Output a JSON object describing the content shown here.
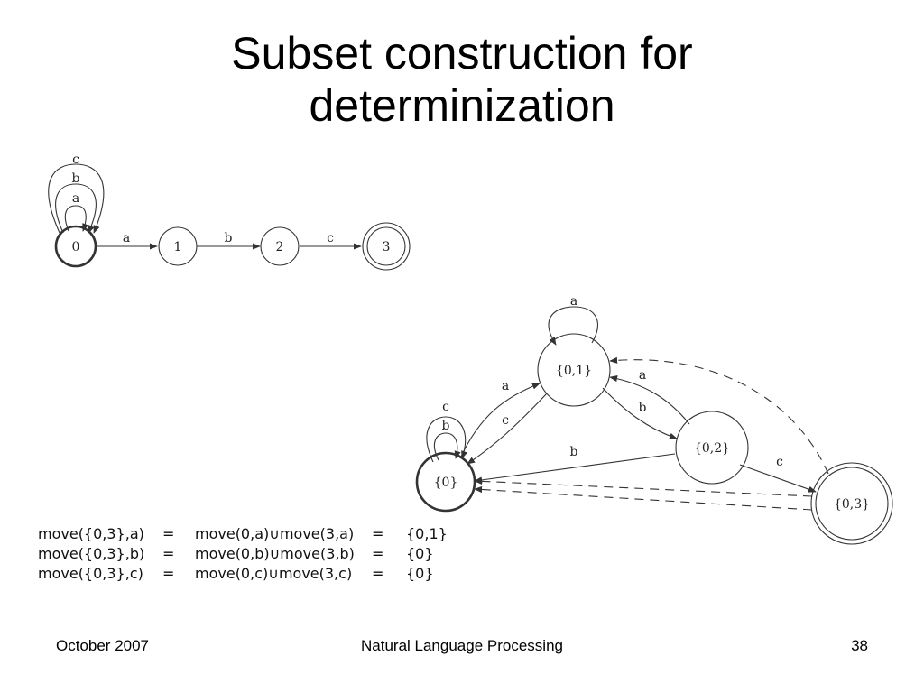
{
  "slide": {
    "title_line1": "Subset construction for",
    "title_line2": "determinization"
  },
  "nfa": {
    "states": [
      "0",
      "1",
      "2",
      "3"
    ],
    "self_loops": [
      "c",
      "b",
      "a"
    ],
    "transitions": [
      {
        "from": "0",
        "to": "1",
        "label": "a"
      },
      {
        "from": "1",
        "to": "2",
        "label": "b"
      },
      {
        "from": "2",
        "to": "3",
        "label": "c"
      }
    ],
    "start_state": "0",
    "final_state": "3"
  },
  "dfa": {
    "states": [
      "{0}",
      "{0,1}",
      "{0,2}",
      "{0,3}"
    ],
    "self_loop_0": [
      "c",
      "b"
    ],
    "self_loop_01": "a",
    "edges": [
      {
        "from": "{0}",
        "to": "{0,1}",
        "label": "a"
      },
      {
        "from": "{0,1}",
        "to": "{0}",
        "label": "c"
      },
      {
        "from": "{0,2}",
        "to": "{0,1}",
        "label": "a"
      },
      {
        "from": "{0,1}",
        "to": "{0,2}",
        "label": "b"
      },
      {
        "from": "{0,2}",
        "to": "{0}",
        "label": "b"
      },
      {
        "from": "{0,2}",
        "to": "{0,3}",
        "label": "c"
      }
    ],
    "start_state": "{0}",
    "final_state": "{0,3}"
  },
  "equations": [
    {
      "lhs": "move({0,3},a)",
      "eq": "=",
      "rhs": "move(0,a)∪move(3,a)",
      "eq2": "=",
      "result": "{0,1}"
    },
    {
      "lhs": "move({0,3},b)",
      "eq": "=",
      "rhs": "move(0,b)∪move(3,b)",
      "eq2": "=",
      "result": "{0}"
    },
    {
      "lhs": "move({0,3},c)",
      "eq": "=",
      "rhs": "move(0,c)∪move(3,c)",
      "eq2": "=",
      "result": "{0}"
    }
  ],
  "footer": {
    "left": "October 2007",
    "center": "Natural Language Processing",
    "right": "38"
  },
  "colors": {
    "stroke": "#333333",
    "background": "#ffffff"
  }
}
